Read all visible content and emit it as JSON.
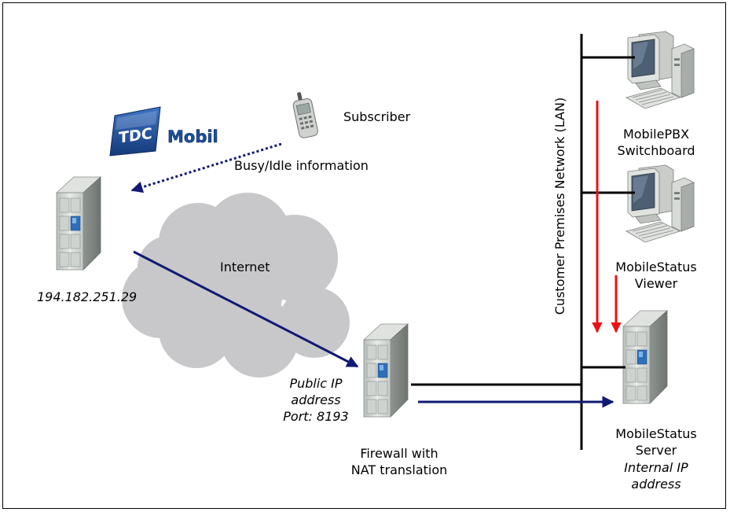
{
  "logo": {
    "brand": "TDC",
    "product": "Mobil"
  },
  "labels": {
    "subscriber": "Subscriber",
    "busy_idle": "Busy/Idle information",
    "internet": "Internet",
    "tdc_server_ip": "194.182.251.29",
    "public_ip": [
      "Public IP",
      "address",
      "Port: 8193"
    ],
    "firewall": [
      "Firewall with",
      "NAT translation"
    ],
    "lan": "Customer Premises Network (LAN)",
    "switchboard": [
      "MobilePBX",
      "Switchboard"
    ],
    "viewer": [
      "MobileStatus",
      "Viewer"
    ],
    "mobilestatus_server": [
      "MobileStatus",
      "Server"
    ],
    "internal_ip": [
      "Internal IP",
      "address"
    ]
  },
  "colors": {
    "arrow_blue": "#101a74",
    "arrow_red": "#ee1111",
    "cloud": "#c8c8ca",
    "logo_blue": "#1e4f9c"
  },
  "icons": [
    "tdc-mobil-logo",
    "mobile-phone-icon",
    "server-icon",
    "cloud-icon",
    "workstation-icon"
  ]
}
